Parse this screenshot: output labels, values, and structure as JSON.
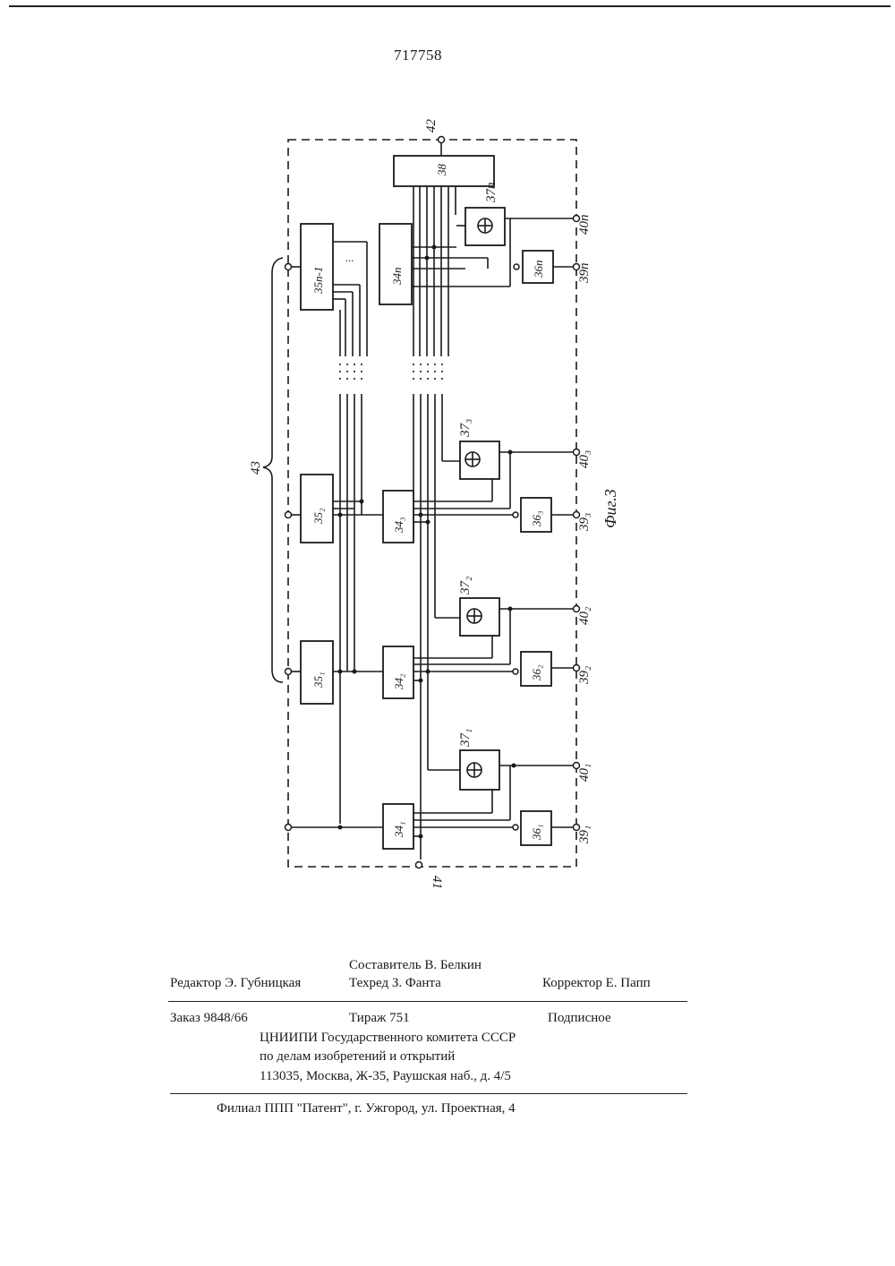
{
  "header": {
    "patent_number": "717758"
  },
  "figure": {
    "caption": "Фиг.3",
    "bus_label": "43",
    "top_terminal": "42",
    "bottom_terminal": "41",
    "register_label": "38",
    "ellipsis": "...",
    "stages": [
      {
        "block34": "34₁",
        "block35": "",
        "block36": "36₁",
        "block37": "37₁",
        "out39": "39₁",
        "out40": "40₁",
        "xor": "⊕"
      },
      {
        "block34": "34₂",
        "block35": "35₁",
        "block36": "36₂",
        "block37": "37₂",
        "out39": "39₂",
        "out40": "40₂",
        "xor": "⊕"
      },
      {
        "block34": "34₃",
        "block35": "35₂",
        "block36": "36₃",
        "block37": "37₃",
        "out39": "39₃",
        "out40": "40₃",
        "xor": "⊕"
      },
      {
        "block34": "34n",
        "block35": "35n-1",
        "block36": "36n",
        "block37": "37n",
        "out39": "39n",
        "out40": "40n",
        "xor": "⊕"
      }
    ]
  },
  "credits": {
    "compiler": "Составитель В. Белкин",
    "editor": "Редактор Э. Губницкая",
    "techred": "Техред З. Фанта",
    "corrector": "Корректор Е. Папп",
    "order": "Заказ 9848/66",
    "circulation": "Тираж 751",
    "subscription": "Подписное",
    "org_line1": "ЦНИИПИ Государственного комитета СССР",
    "org_line2": "по делам изобретений и открытий",
    "org_line3": "113035, Москва, Ж-35, Раушская наб., д. 4/5",
    "branch": "Филиал ППП \"Патент\", г. Ужгород, ул. Проектная, 4"
  }
}
